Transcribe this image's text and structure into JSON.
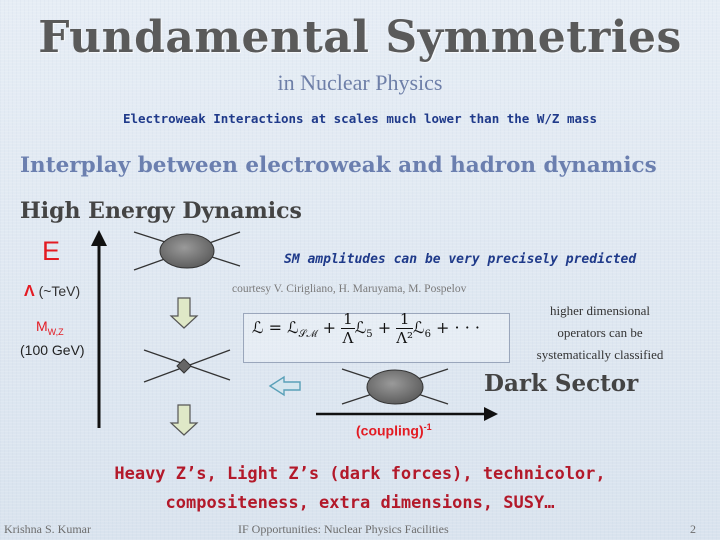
{
  "slide": {
    "title": "Fundamental Symmetries",
    "subtitle": "in Nuclear Physics",
    "electroweak_line": "Electroweak Interactions at scales much lower than the W/Z mass",
    "interplay": "Interplay between electroweak and hadron dynamics",
    "high_energy": "High Energy Dynamics",
    "energy_axis": {
      "E": "E",
      "lambda_symbol": "Λ",
      "lambda_label": "(~TeV)",
      "mwz_M": "M",
      "mwz_sub": "W,Z",
      "mwz_value": "(100 GeV)"
    },
    "sm_amplitudes": "SM amplitudes can be very precisely predicted",
    "courtesy": "courtesy V. Cirigliano, H. Maruyama, M. Pospelov",
    "higher_dim": [
      "higher dimensional",
      "operators can be",
      "systematically classified"
    ],
    "equation": {
      "lhs": "ℒ = ℒ",
      "lhs_sub": "𝒮ℳ",
      "plus1": " + ",
      "frac1_num": "1",
      "frac1_den": "Λ",
      "term5": "ℒ",
      "term5_sub": "5",
      "plus2": " + ",
      "frac2_num": "1",
      "frac2_den": "Λ²",
      "term6": "ℒ",
      "term6_sub": "6",
      "tail": " + · · ·"
    },
    "dark_sector": "Dark Sector",
    "coupling": "(coupling)",
    "coupling_exp": "-1",
    "bottom_lines": [
      "Heavy Z’s, Light Z’s (dark forces), technicolor,",
      "compositeness, extra dimensions, SUSY…"
    ],
    "footer": {
      "author": "Krishna S. Kumar",
      "center": "IF Opportunities: Nuclear Physics Facilities",
      "page": "2"
    }
  },
  "colors": {
    "accent_red": "#e31b23",
    "navy": "#1f3a8a",
    "title_gray": "#5a5a5a",
    "arrow_green": "#9bbb59"
  }
}
